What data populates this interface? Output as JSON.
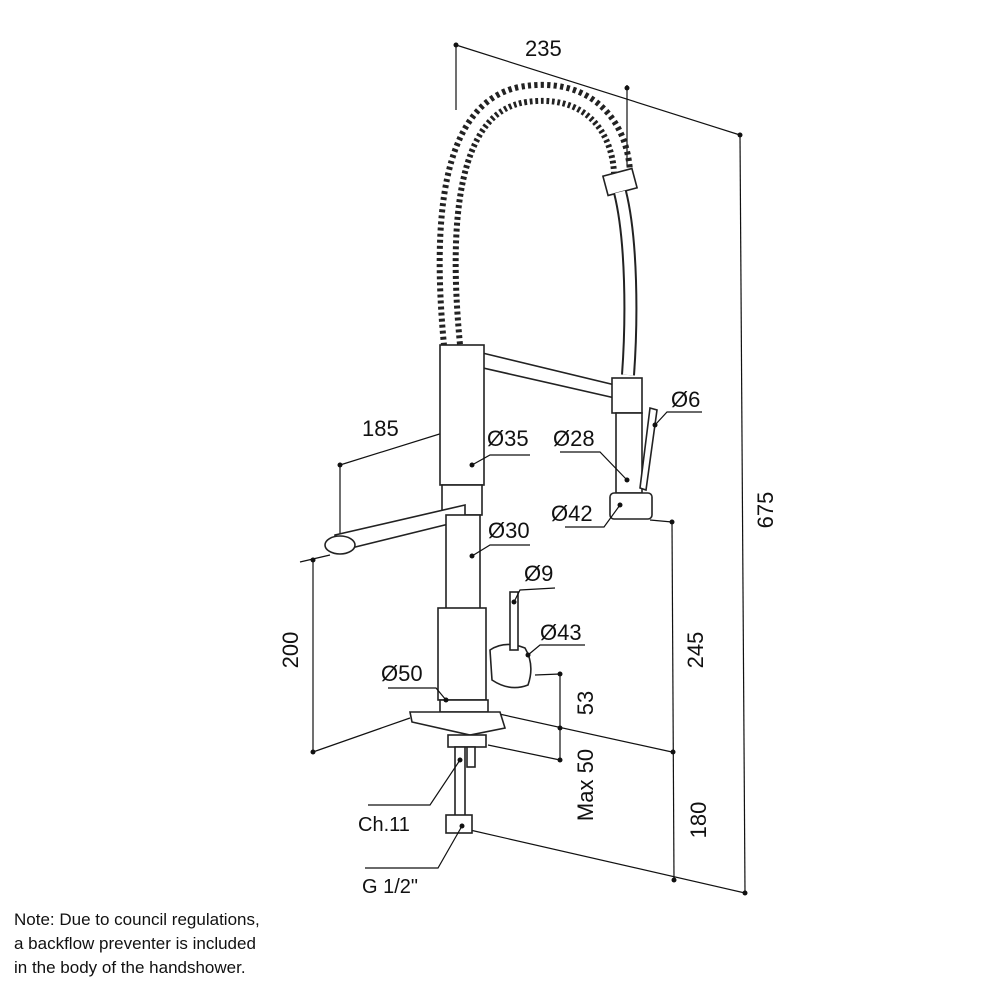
{
  "dimensions": {
    "width_top": "235",
    "height_total": "675",
    "spout_reach": "185",
    "spout_height": "200",
    "handshower_height": "245",
    "below_deck": "180",
    "lever_height": "53",
    "max_deck": "Max 50"
  },
  "diameters": {
    "d35": "Ø35",
    "d28": "Ø28",
    "d6": "Ø6",
    "d42": "Ø42",
    "d30": "Ø30",
    "d9": "Ø9",
    "d43": "Ø43",
    "d50": "Ø50"
  },
  "fittings": {
    "ch": "Ch.11",
    "thread": "G 1/2\""
  },
  "note": [
    "Note: Due to council regulations,",
    "a backflow preventer is included",
    "in the body of the handshower."
  ]
}
